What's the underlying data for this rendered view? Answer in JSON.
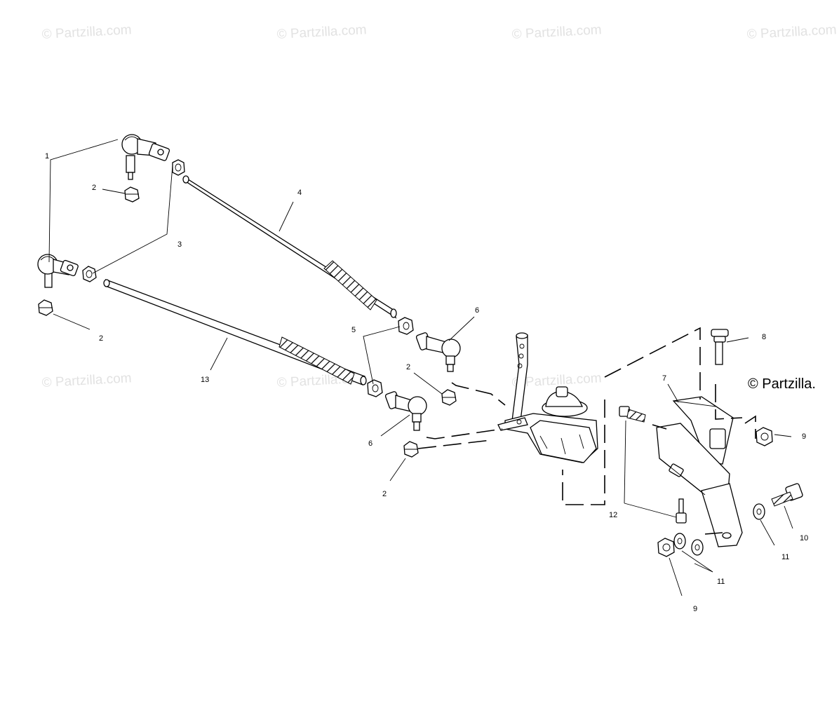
{
  "watermarks": {
    "repeated": "© Partzilla.com",
    "side_mark": "© Partzilla."
  },
  "callouts": {
    "c1": "1",
    "c2a": "2",
    "c2b": "2",
    "c2c": "2",
    "c2d": "2",
    "c3": "3",
    "c4": "4",
    "c5": "5",
    "c6a": "6",
    "c6b": "6",
    "c7": "7",
    "c8": "8",
    "c9a": "9",
    "c9b": "9",
    "c10": "10",
    "c11a": "11",
    "c11b": "11",
    "c12": "12",
    "c13": "13"
  }
}
